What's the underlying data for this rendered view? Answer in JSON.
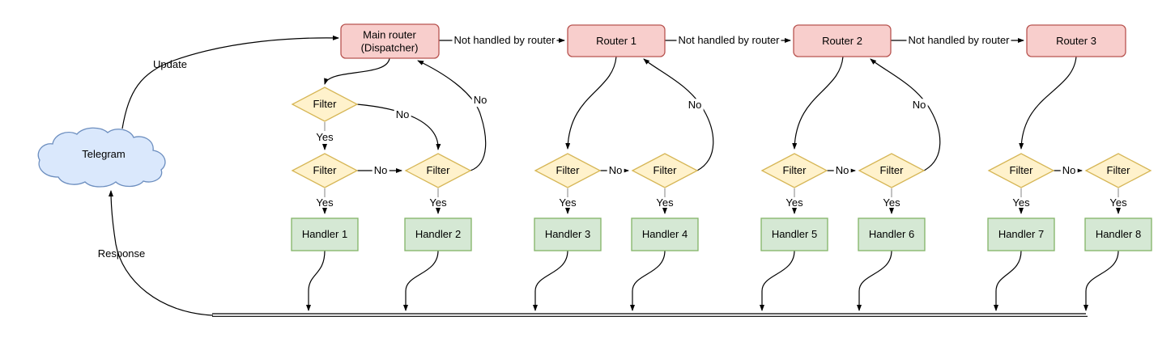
{
  "cloud": {
    "label": "Telegram"
  },
  "dispatcher": {
    "line1": "Main router",
    "line2": "(Dispatcher)"
  },
  "routers": [
    "Router 1",
    "Router 2",
    "Router 3"
  ],
  "handlers": [
    "Handler 1",
    "Handler 2",
    "Handler 3",
    "Handler 4",
    "Handler 5",
    "Handler 6",
    "Handler 7",
    "Handler 8"
  ],
  "labels": {
    "filter": "Filter",
    "yes": "Yes",
    "no": "No",
    "not_handled": "Not handled by router",
    "update": "Update",
    "response": "Response"
  },
  "colors": {
    "router_fill": "#f8cecc",
    "router_stroke": "#b85450",
    "filter_fill": "#fff2cc",
    "filter_stroke": "#d6b656",
    "handler_fill": "#d5e8d4",
    "handler_stroke": "#82b366",
    "cloud_fill": "#dae8fc",
    "cloud_stroke": "#6c8ebf",
    "edge": "#000000",
    "stub": "#999999"
  }
}
